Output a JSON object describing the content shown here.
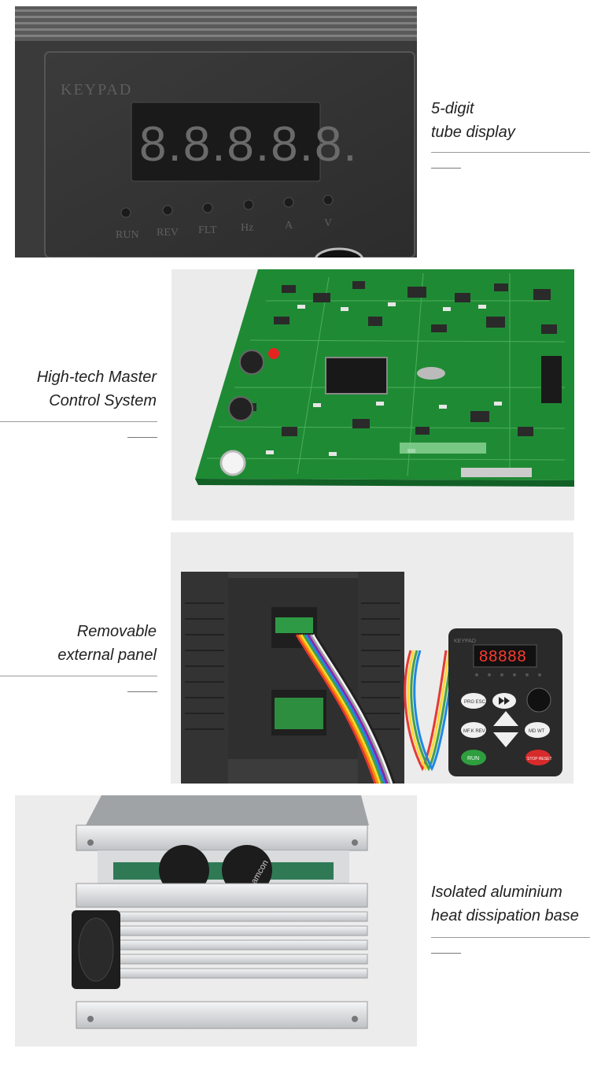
{
  "sections": [
    {
      "id": "display",
      "caption_lines": [
        "5-digit",
        "tube display"
      ]
    },
    {
      "id": "control",
      "caption_lines": [
        "High-tech Master",
        "Control System"
      ]
    },
    {
      "id": "panel",
      "caption_lines": [
        "Removable",
        "external panel"
      ]
    },
    {
      "id": "heatsink",
      "caption_lines": [
        "Isolated aluminium",
        "heat dissipation base"
      ]
    }
  ],
  "keypad_closeup": {
    "brand": "KEYPAD",
    "digits": "8.8.8.8.8.",
    "indicators": [
      "RUN",
      "REV",
      "FLT",
      "Hz",
      "A",
      "V"
    ]
  },
  "remote_keypad": {
    "brand": "KEYPAD",
    "digits": "88888",
    "buttons": [
      "PRG ESC",
      "MF.K REV",
      "MD WT",
      "RUN",
      "STOP RESET"
    ]
  },
  "capacitor_label": "samcon",
  "colors": {
    "caption_text": "#222222",
    "rule": "#9a9a9a",
    "pcb_green": "#1f8a34",
    "housing": "#3c3c3c",
    "display_red": "#ff3b2f",
    "aluminium": "#d6d8da"
  }
}
